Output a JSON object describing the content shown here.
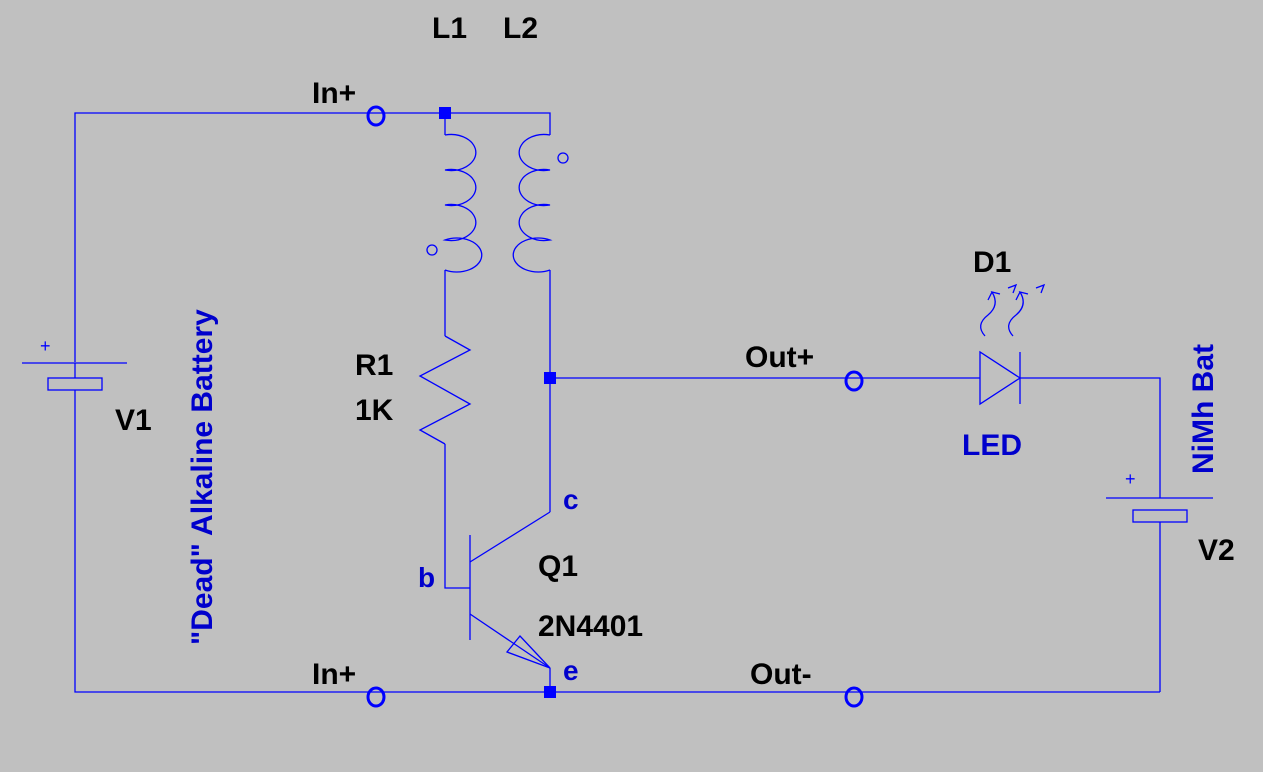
{
  "colors": {
    "background": "#c0c0c0",
    "wire": "#0000ff",
    "label_black": "#000000",
    "label_blue": "#0000cc"
  },
  "components": {
    "L1": {
      "ref": "L1"
    },
    "L2": {
      "ref": "L2"
    },
    "R1": {
      "ref": "R1",
      "value": "1K"
    },
    "V1": {
      "ref": "V1",
      "label": "\"Dead\" Alkaline Battery"
    },
    "V2": {
      "ref": "V2",
      "label": "NiMh Bat"
    },
    "D1": {
      "ref": "D1",
      "label": "LED"
    },
    "Q1": {
      "ref": "Q1",
      "value": "2N4401",
      "pin_c": "c",
      "pin_b": "b",
      "pin_e": "e"
    }
  },
  "ports": {
    "in_plus_top": "In+",
    "in_plus_bottom": "In+",
    "out_plus": "Out+",
    "out_minus": "Out-"
  },
  "battery_marks": {
    "v1_plus": "+",
    "v2_plus": "+"
  }
}
